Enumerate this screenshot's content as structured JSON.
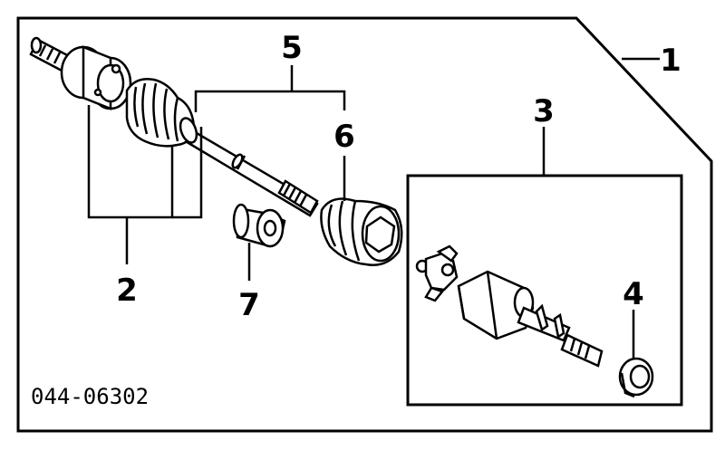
{
  "diagram": {
    "catalog_code": "044-06302",
    "callouts": [
      {
        "id": "1",
        "label": "1"
      },
      {
        "id": "2",
        "label": "2"
      },
      {
        "id": "3",
        "label": "3"
      },
      {
        "id": "4",
        "label": "4"
      },
      {
        "id": "5",
        "label": "5"
      },
      {
        "id": "6",
        "label": "6"
      },
      {
        "id": "7",
        "label": "7"
      }
    ],
    "colors": {
      "ink": "#000000",
      "paper": "#ffffff"
    }
  }
}
